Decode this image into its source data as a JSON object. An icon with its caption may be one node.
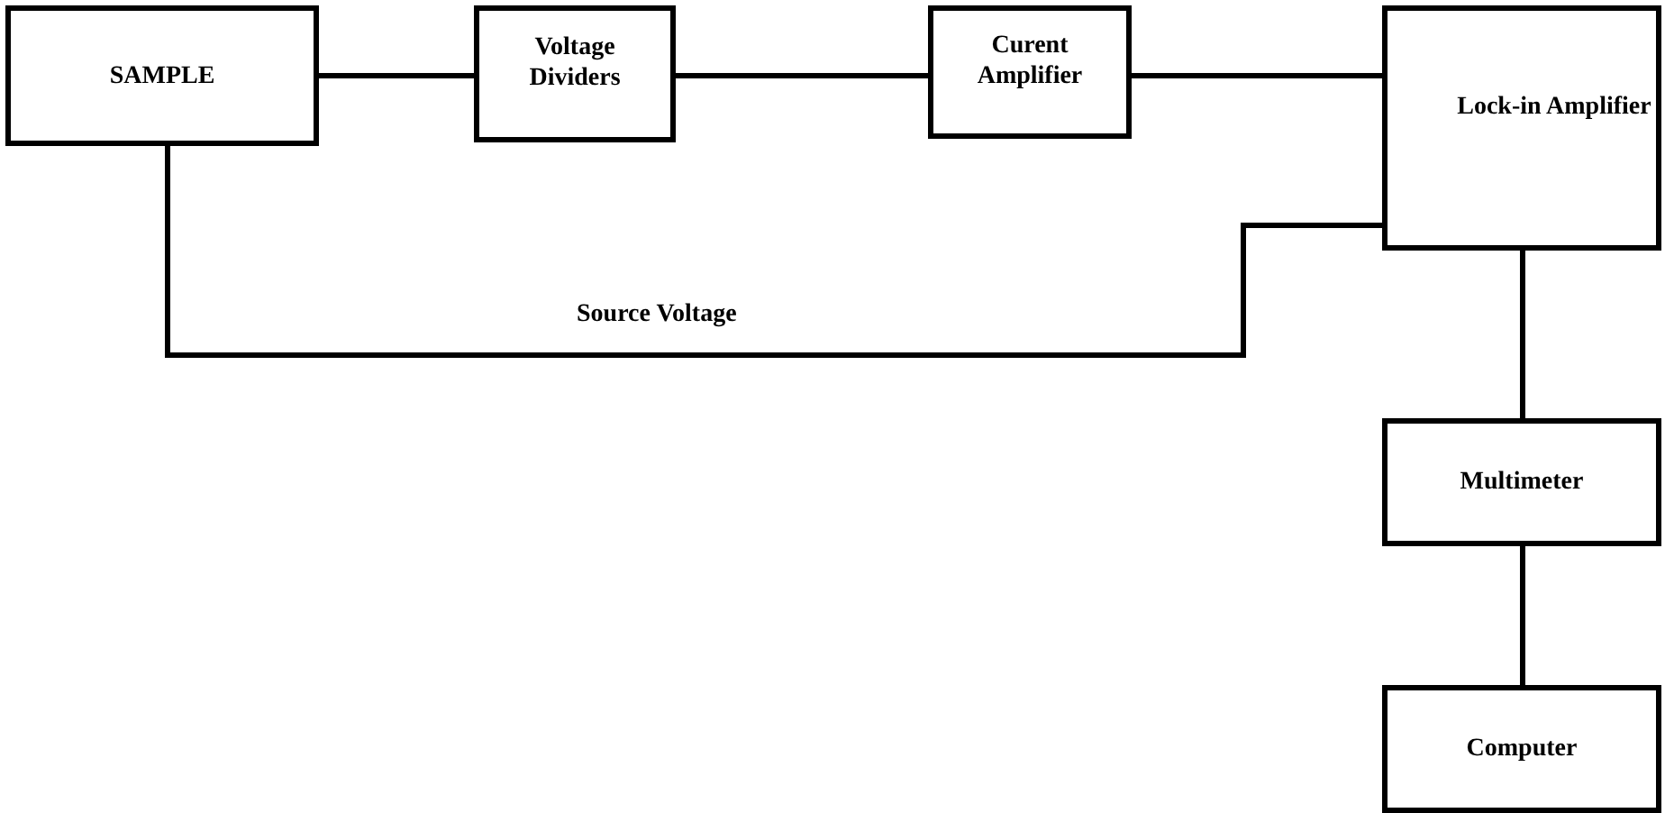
{
  "diagram": {
    "nodes": [
      {
        "text": [
          "SAMPLE"
        ]
      },
      {
        "text": [
          "Voltage Dividers"
        ]
      },
      {
        "text": [
          "Curent Amplifier"
        ]
      },
      {
        "text": [
          "Lock-in Amplifier"
        ]
      },
      {
        "text": [
          "Multimeter"
        ]
      },
      {
        "text": [
          "Computer"
        ]
      }
    ],
    "edges": [
      {
        "from": 0,
        "to": 1,
        "arrow": "none"
      },
      {
        "from": 1,
        "to": 2,
        "arrow": "none"
      },
      {
        "from": 2,
        "to": 3,
        "arrow": "none"
      },
      {
        "from": 0,
        "to": 3,
        "arrow": "none",
        "label": "Source Voltage"
      },
      {
        "from": 3,
        "to": 4,
        "arrow": "none"
      },
      {
        "from": 4,
        "to": 5,
        "arrow": "none"
      }
    ]
  }
}
